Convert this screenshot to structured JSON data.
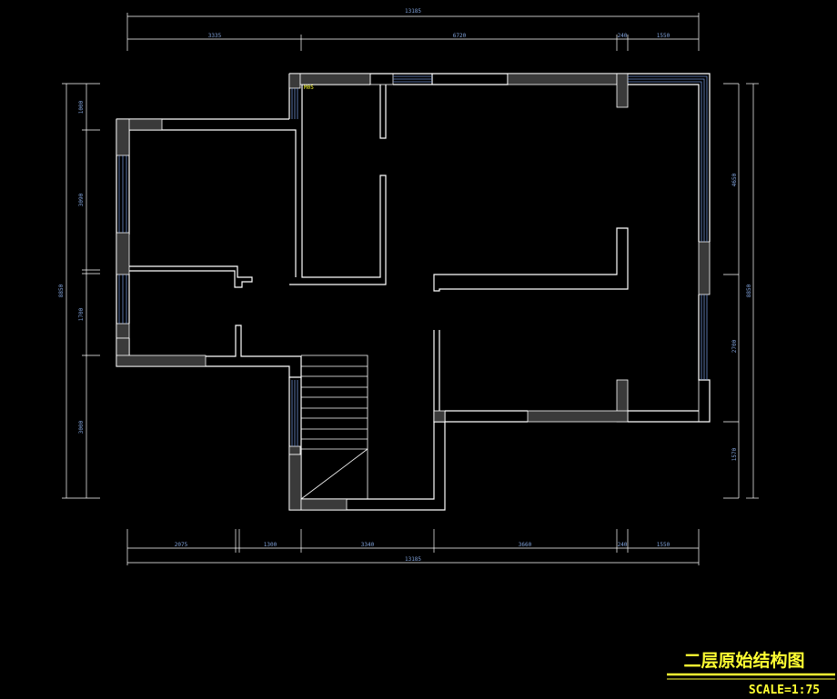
{
  "dimensions": {
    "top": {
      "overall": "13185",
      "segments": [
        "3335",
        "6720",
        "240",
        "1550"
      ]
    },
    "bottom": {
      "overall": "13185",
      "segments": [
        "2075",
        "1300",
        "3340",
        "3660",
        "240",
        "1550"
      ]
    },
    "left": {
      "overall": "8850",
      "segments": [
        "1000",
        "3090",
        "1700",
        "3000"
      ]
    },
    "right": {
      "overall": "8850",
      "segments": [
        "4650",
        "2700",
        "1570"
      ]
    }
  },
  "marker": "M05",
  "title": "二层原始结构图",
  "scale": "SCALE=1:75"
}
